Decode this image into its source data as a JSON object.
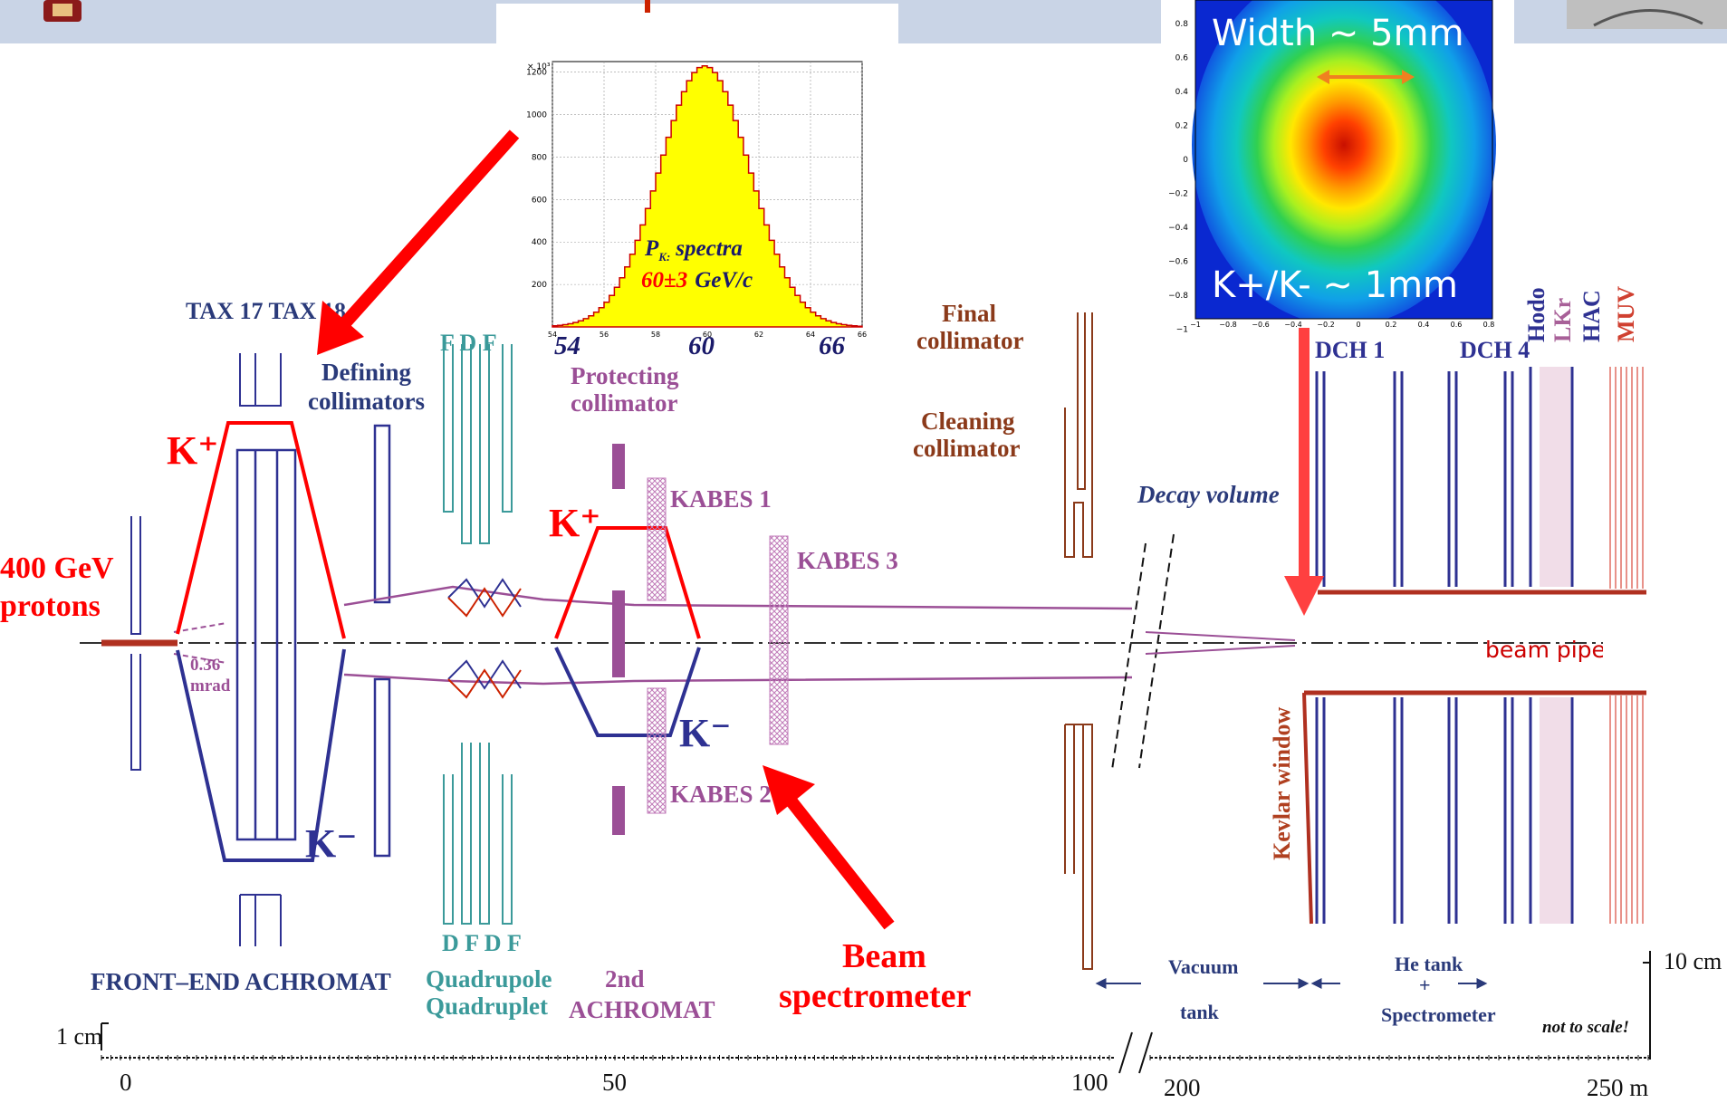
{
  "header": {
    "bar_color": "#c9d4e6"
  },
  "top_right_inset": {
    "width_label": "Width ~ 5mm",
    "separation_label": "K+/K- ~ 1mm",
    "y_ticks": [
      "0.8",
      "0.6",
      "0.4",
      "0.2",
      "0",
      "−0.2",
      "−0.4",
      "−0.6",
      "−0.8",
      "−1"
    ],
    "x_ticks": [
      "−1",
      "−0.8",
      "−0.6",
      "−0.4",
      "−0.2",
      "0",
      "0.2",
      "0.4",
      "0.6",
      "0.8"
    ]
  },
  "chart_data": {
    "type": "area",
    "title": "",
    "annotation_line1_sym": "P",
    "annotation_line1_sub": "K:",
    "annotation_line1_text": "spectra",
    "annotation_line2_value": "60±3",
    "annotation_line2_unit": "GeV/c",
    "y_exponent": "× 10³",
    "ylim": [
      0,
      1250
    ],
    "xlim": [
      54,
      66
    ],
    "y_ticks": [
      200,
      400,
      600,
      800,
      1000,
      1200
    ],
    "x_ticks_small": [
      54,
      56,
      58,
      60,
      62,
      64,
      66
    ],
    "x_labels_large": [
      "54",
      "60",
      "66"
    ],
    "peak_x": 59.8,
    "peak_y": 1230,
    "sigma": 1.75,
    "fill_color": "#ffff00",
    "line_color": "#cc0000"
  },
  "labels": {
    "tax": "TAX 17 TAX 18",
    "defining_collimators": [
      "Defining",
      "collimators"
    ],
    "fdf": "F D F",
    "dfdf": "D F D F",
    "protecting_collimator": [
      "Protecting",
      "collimator"
    ],
    "final_collimator": [
      "Final",
      "collimator"
    ],
    "cleaning_collimator": [
      "Cleaning",
      "collimator"
    ],
    "decay_volume": "Decay volume",
    "kabes1": "KABES 1",
    "kabes2": "KABES 2",
    "kabes3": "KABES 3",
    "kplus": "K⁺",
    "kminus": "K⁻",
    "protons": [
      "400 GeV",
      "protons"
    ],
    "angle": [
      "0.36",
      "mrad"
    ],
    "beam_pipe": "beam pipe",
    "kevlar_window": "Kevlar window",
    "dch1": "DCH 1",
    "dch4": "DCH 4",
    "hodo": "Hodo",
    "lkr": "LKr",
    "hac": "HAC",
    "muv": "MUV",
    "front_end": "FRONT–END ACHROMAT",
    "quadrupole": [
      "Quadrupole",
      "Quadruplet"
    ],
    "second_achromat": [
      "2nd",
      "ACHROMAT"
    ],
    "beam_spectrometer": [
      "Beam",
      "spectrometer"
    ],
    "vacuum_tank": [
      "Vacuum",
      "tank"
    ],
    "he_tank": [
      "He tank",
      "+",
      "Spectrometer"
    ],
    "not_to_scale": "not to scale!",
    "scale_1cm": "1 cm",
    "scale_10cm": "10 cm",
    "axis_0": "0",
    "axis_50": "50",
    "axis_100": "100",
    "axis_200": "200",
    "axis_250": "250 m"
  },
  "colors": {
    "red": "#ff0000",
    "blue": "#2e3192",
    "navy": "#2a3a7a",
    "teal": "#3b9a9a",
    "purple": "#9b4f96",
    "brown": "#8b3a1a",
    "dark_red": "#b03020"
  }
}
